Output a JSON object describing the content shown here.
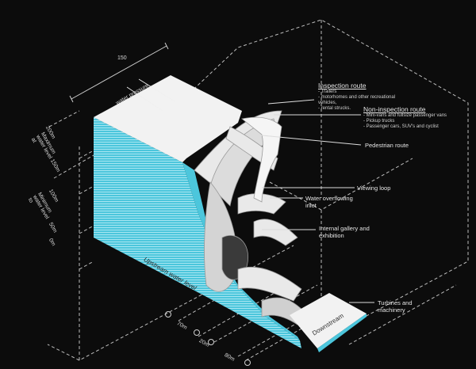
{
  "title_dimension": "150",
  "water_pressure": "water pressure",
  "upstream_label": "Upstream water level",
  "downstream_label": "Downstream",
  "heights": [
    {
      "value": "200m",
      "note": "Maximum water level at"
    },
    {
      "value": "150m",
      "note": ""
    },
    {
      "value": "100m",
      "note": "Minimum water level to"
    },
    {
      "value": "50m",
      "note": ""
    },
    {
      "value": "0m",
      "note": ""
    }
  ],
  "bottom_dims": [
    "70m",
    "20m",
    "80m"
  ],
  "annotations": {
    "inspection": {
      "title": "Inspection route",
      "items": [
        "- Trailers",
        "- motorhomes and other recreational vehicles,",
        "- rental strucks."
      ]
    },
    "non_inspection": {
      "title": "Non-inspection route",
      "items": [
        "- Mini-vans and fullsize passenger vans",
        "- Pickup trucks",
        "- Passenger cars, SUV's and cyclist"
      ]
    },
    "pedestrian": "Pedestrian route",
    "viewing_loop": "Viewing loop",
    "water_inlet": "Water overflowing inlet",
    "gallery": "Internal gallery and exhibition",
    "turbines": "Turbines and machinery"
  },
  "colors": {
    "water": "#4cc6dc",
    "surface": "#f2f2f2",
    "background": "#0c0c0c"
  }
}
